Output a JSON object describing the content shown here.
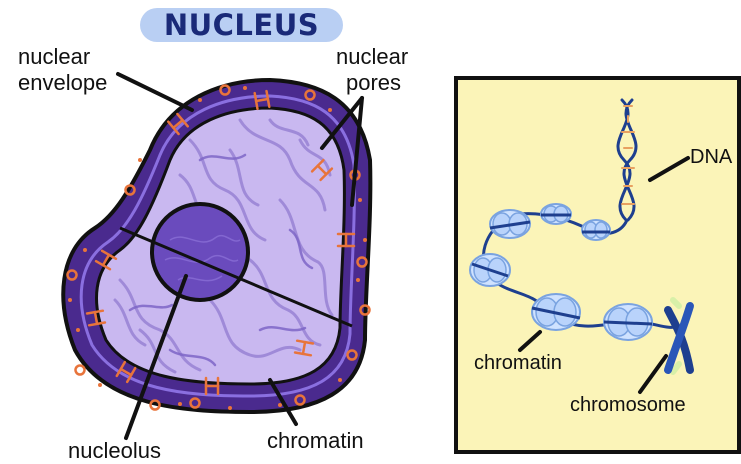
{
  "title": "NUCLEUS",
  "labels": {
    "nuclear_envelope_line1": "nuclear",
    "nuclear_envelope_line2": "envelope",
    "nuclear_pores_line1": "nuclear",
    "nuclear_pores_line2": "pores",
    "nucleolus": "nucleolus",
    "chromatin_left": "chromatin",
    "dna": "DNA",
    "chromatin_right": "chromatin",
    "chromosome": "chromosome"
  },
  "colors": {
    "title_pill": "#b9cff3",
    "title_text": "#1a2a78",
    "envelope": "#4a2a8e",
    "nucleoplasm": "#c9b8f0",
    "nucleolus": "#6a4bbd",
    "pores": "#e8743b",
    "panel_bg": "#fbf4b8",
    "dna_strand": "#1e3f8f"
  }
}
